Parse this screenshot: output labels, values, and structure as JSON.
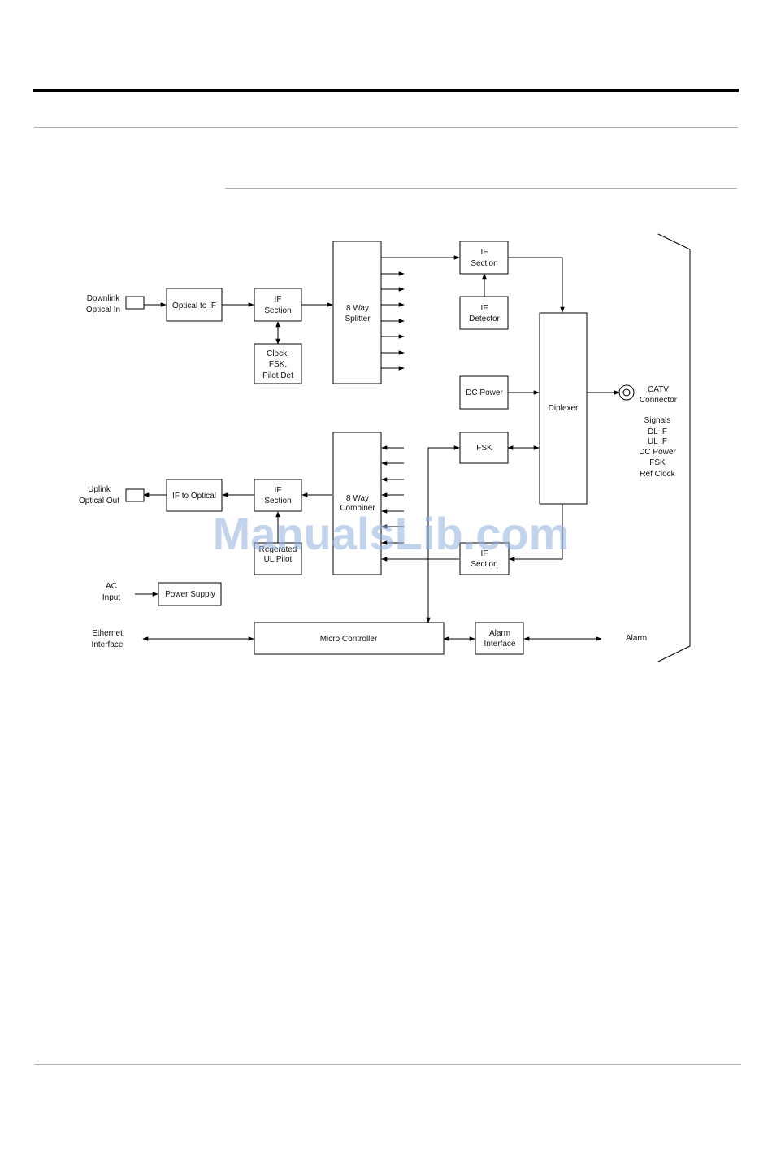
{
  "blocks": {
    "optical_to_if": "Optical to IF",
    "if_section_dl": [
      "IF",
      "Section"
    ],
    "clock_fsk": [
      "Clock,",
      "FSK,",
      "Pilot Det"
    ],
    "splitter": [
      "8 Way",
      "Splitter"
    ],
    "if_section_top": [
      "IF",
      "Section"
    ],
    "if_detector": [
      "IF",
      "Detector"
    ],
    "dc_power": "DC Power",
    "diplexer": "Diplexer",
    "fsk": "FSK",
    "combiner": [
      "8 Way",
      "Combiner"
    ],
    "if_section_ul": [
      "IF",
      "Section"
    ],
    "if_to_optical": "IF to Optical",
    "pilot": [
      "Regerated",
      "UL Pilot"
    ],
    "if_section_bottom": [
      "IF",
      "Section"
    ],
    "power_supply": "Power Supply",
    "micro_controller": "Micro Controller",
    "alarm_interface": [
      "Alarm",
      "Interface"
    ]
  },
  "labels": {
    "downlink": [
      "Downlink",
      "Optical In"
    ],
    "uplink": [
      "Uplink",
      "Optical Out"
    ],
    "ac_input": [
      "AC",
      "Input"
    ],
    "ethernet": [
      "Ethernet",
      "Interface"
    ],
    "catv": [
      "CATV",
      "Connector"
    ],
    "signals": [
      "Signals",
      "DL IF",
      "UL IF",
      "DC Power",
      "FSK",
      "Ref Clock"
    ],
    "alarm": "Alarm"
  },
  "watermark": "ManualsLib.com"
}
